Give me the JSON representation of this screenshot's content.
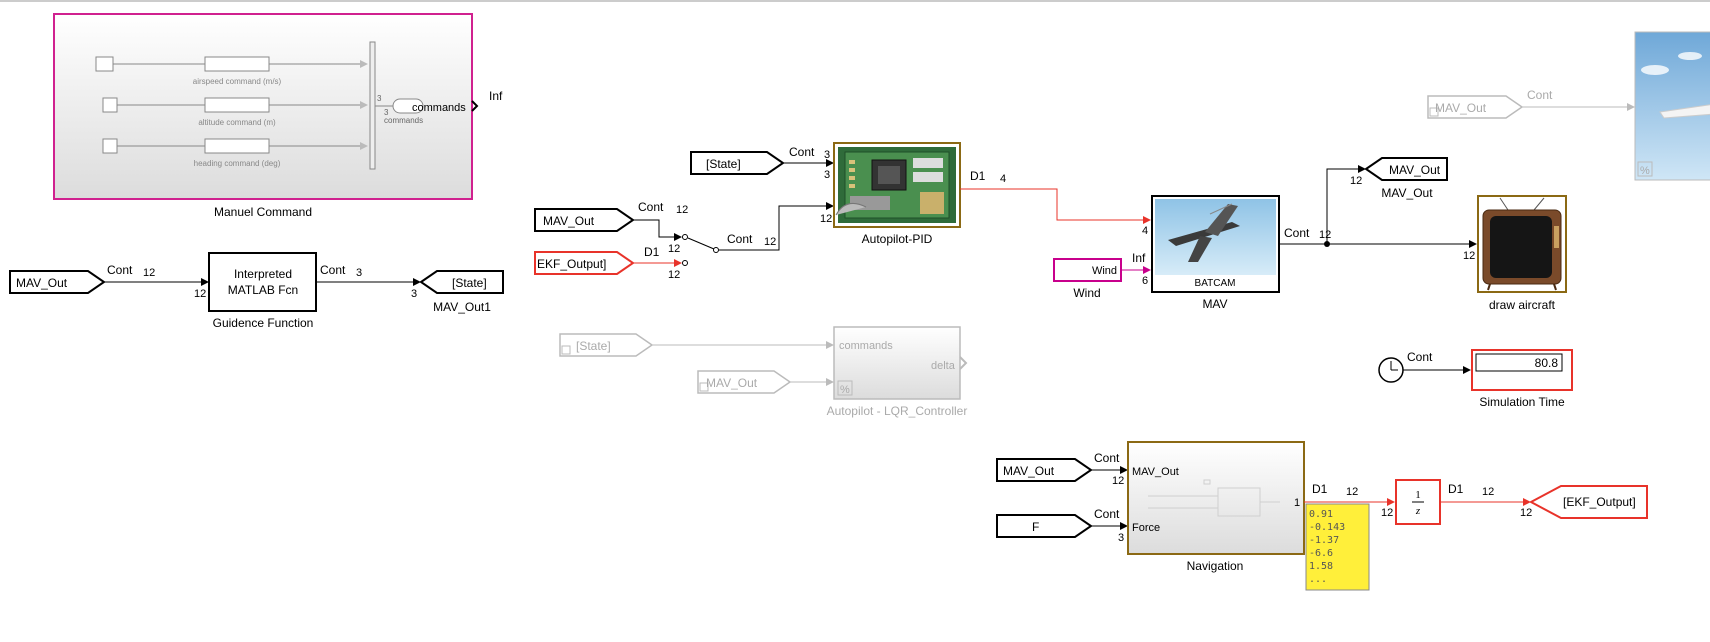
{
  "diagram": {
    "manual_command": {
      "caption": "Manuel Command",
      "rows": [
        "airspeed command (m/s)",
        "altitude command (m)",
        "heading command (deg)"
      ],
      "mux_width": "3",
      "out_port_width": "3",
      "out_port_label": "commands",
      "out_port_sublabel": "commands",
      "output_rate": "Inf"
    },
    "guidence": {
      "from_tag": "MAV_Out",
      "in_rate": "Cont",
      "in_width": "12",
      "in_port_width": "12",
      "fcn_line1": "Interpreted",
      "fcn_line2": "MATLAB Fcn",
      "caption": "Guidence Function",
      "out_rate": "Cont",
      "out_width": "3",
      "goto_port_width": "3",
      "goto_tag": "[State]",
      "goto_caption": "MAV_Out1"
    },
    "pid": {
      "state_tag": "[State]",
      "state_rate": "Cont",
      "state_width": "3",
      "state_port_width": "3",
      "mav_tag": "MAV_Out",
      "mav_rate": "Cont",
      "mav_width": "12",
      "ekf_tag": "EKF_Output]",
      "ekf_rate": "D1",
      "switch_in_width1": "12",
      "switch_in_width2": "12",
      "switch_out_rate": "Cont",
      "switch_out_width": "12",
      "pid_in_port_width": "12",
      "caption": "Autopilot-PID",
      "out_rate": "D1",
      "out_width": "4"
    },
    "lqr": {
      "state_tag": "[State]",
      "mav_tag": "MAV_Out",
      "in_label": "commands",
      "out_label": "delta",
      "caption": "Autopilot - LQR_Controller"
    },
    "mav": {
      "wind_label": "Wind",
      "wind_caption": "Wind",
      "wind_rate": "Inf",
      "wind_port_width": "6",
      "in_port_width": "4",
      "brand": "BATCAM",
      "caption": "MAV",
      "out_rate": "Cont",
      "out_width": "12",
      "goto_port_width": "12",
      "goto_tag": "MAV_Out",
      "goto_caption": "MAV_Out",
      "draw_port_width": "12",
      "draw_caption": "draw aircraft"
    },
    "top_right": {
      "tag": "MAV_Out",
      "rate": "Cont"
    },
    "sim_time": {
      "rate": "Cont",
      "value": "80.8",
      "caption": "Simulation Time"
    },
    "navigation": {
      "mav_tag": "MAV_Out",
      "mav_rate": "Cont",
      "mav_width": "12",
      "mav_port_width": "12",
      "mav_port_label": "MAV_Out",
      "f_tag": "F",
      "f_rate": "Cont",
      "f_width": "3",
      "f_port_width": "3",
      "f_port_label": "Force",
      "out_port_index": "1",
      "out_rate": "D1",
      "out_width": "12",
      "caption": "Navigation",
      "display_values": [
        "0.91",
        "-0.143",
        "-1.37",
        "-6.6",
        "1.58",
        "..."
      ],
      "delay_in_width": "12",
      "delay_num": "1",
      "delay_den": "z",
      "delay_out_rate": "D1",
      "delay_out_width": "12",
      "goto_port_width": "12",
      "goto_tag": "[EKF_Output]"
    }
  }
}
